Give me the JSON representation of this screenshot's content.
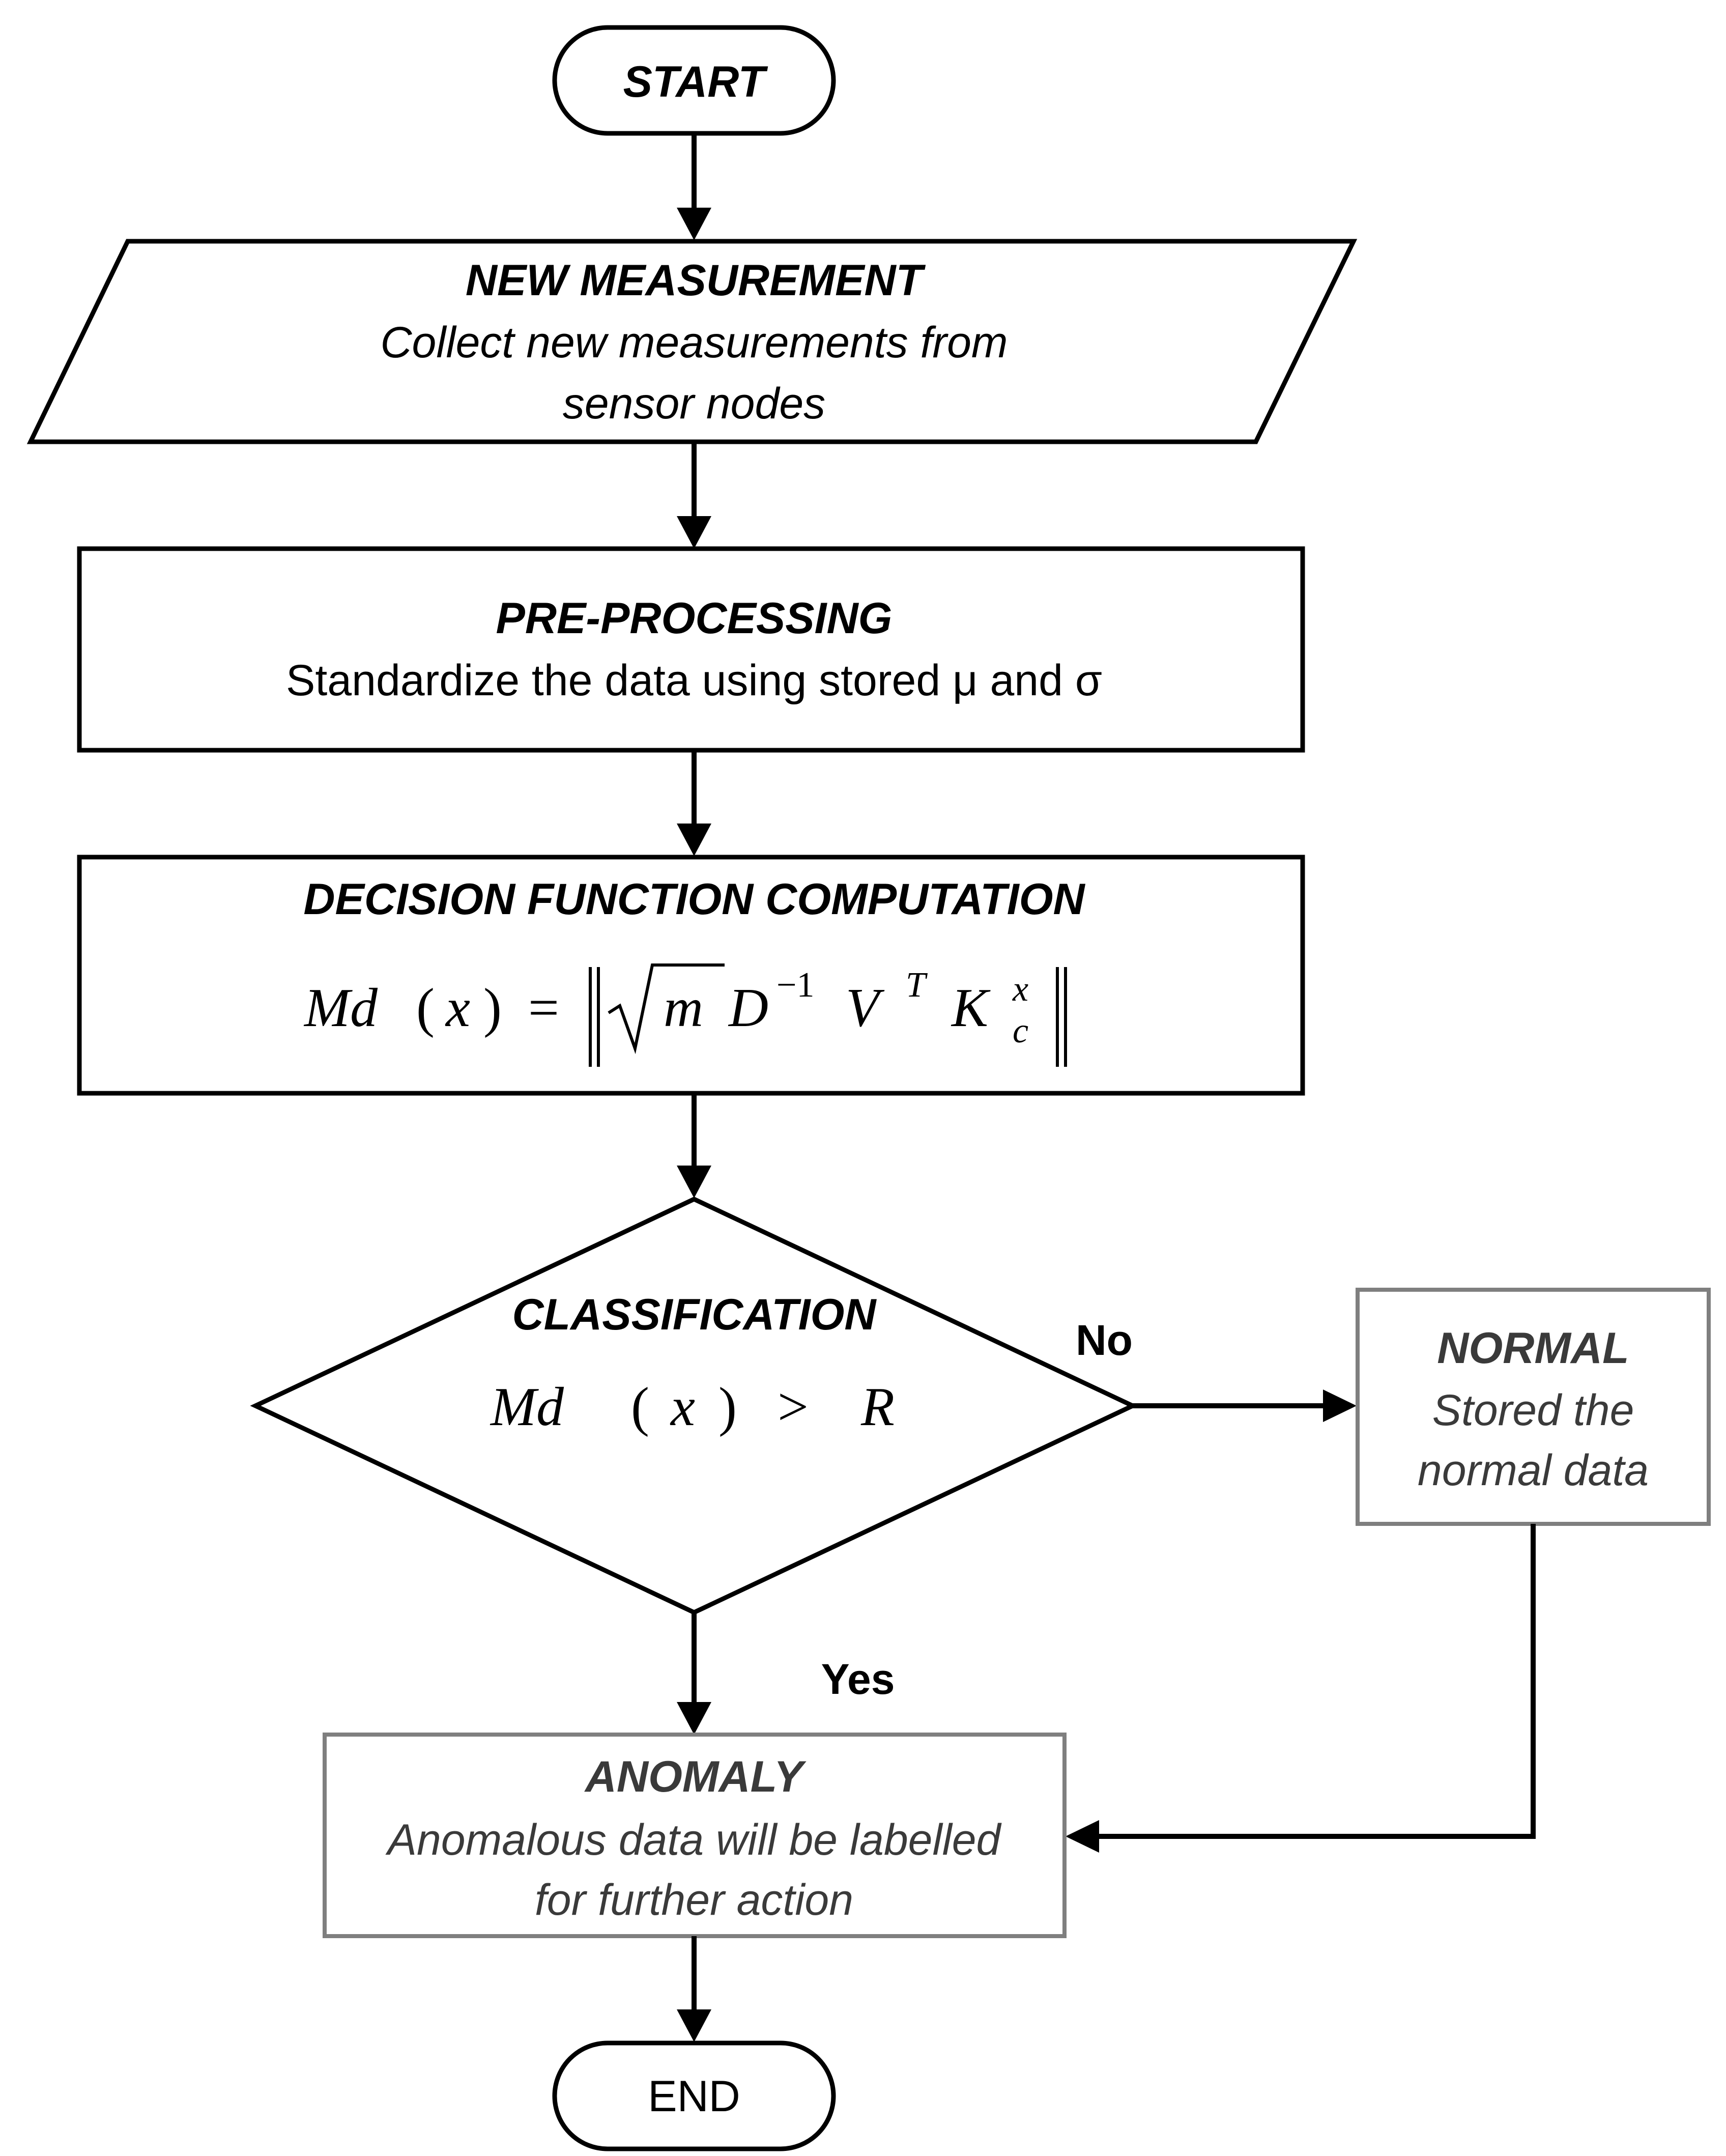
{
  "start": {
    "label": "START"
  },
  "new_measurement": {
    "title": "NEW MEASUREMENT",
    "line1": "Collect new measurements  from",
    "line2": "sensor nodes"
  },
  "pre_processing": {
    "title": "PRE-PROCESSING",
    "text": "Standardize the data using stored μ and σ"
  },
  "decision_function": {
    "title": "DECISION FUNCTION COMPUTATION",
    "formula": {
      "lhs_fn": "Md",
      "lhs_open": "(",
      "lhs_var": "x",
      "lhs_close": ")",
      "equals": "=",
      "sqrt_arg": "m",
      "d": "D",
      "d_exp": "−1",
      "v": "V",
      "v_exp": "T",
      "k": "K",
      "k_sub": "c",
      "k_sup": "x"
    }
  },
  "classification": {
    "title": "CLASSIFICATION",
    "formula": {
      "fn": "Md",
      "open": "(",
      "var": "x",
      "close": ")",
      "op": ">",
      "rhs": "R"
    }
  },
  "edges": {
    "no_label": "No",
    "yes_label": "Yes"
  },
  "normal": {
    "title": "NORMAL",
    "line1": "Stored the",
    "line2": "normal data"
  },
  "anomaly": {
    "title": "ANOMALY",
    "line1": "Anomalous data will be labelled",
    "line2": "for further action"
  },
  "end": {
    "label": "END"
  },
  "colors": {
    "main_stroke": "#000000",
    "secondary_stroke": "#7f7f7f",
    "secondary_text": "#3a3a3a"
  }
}
